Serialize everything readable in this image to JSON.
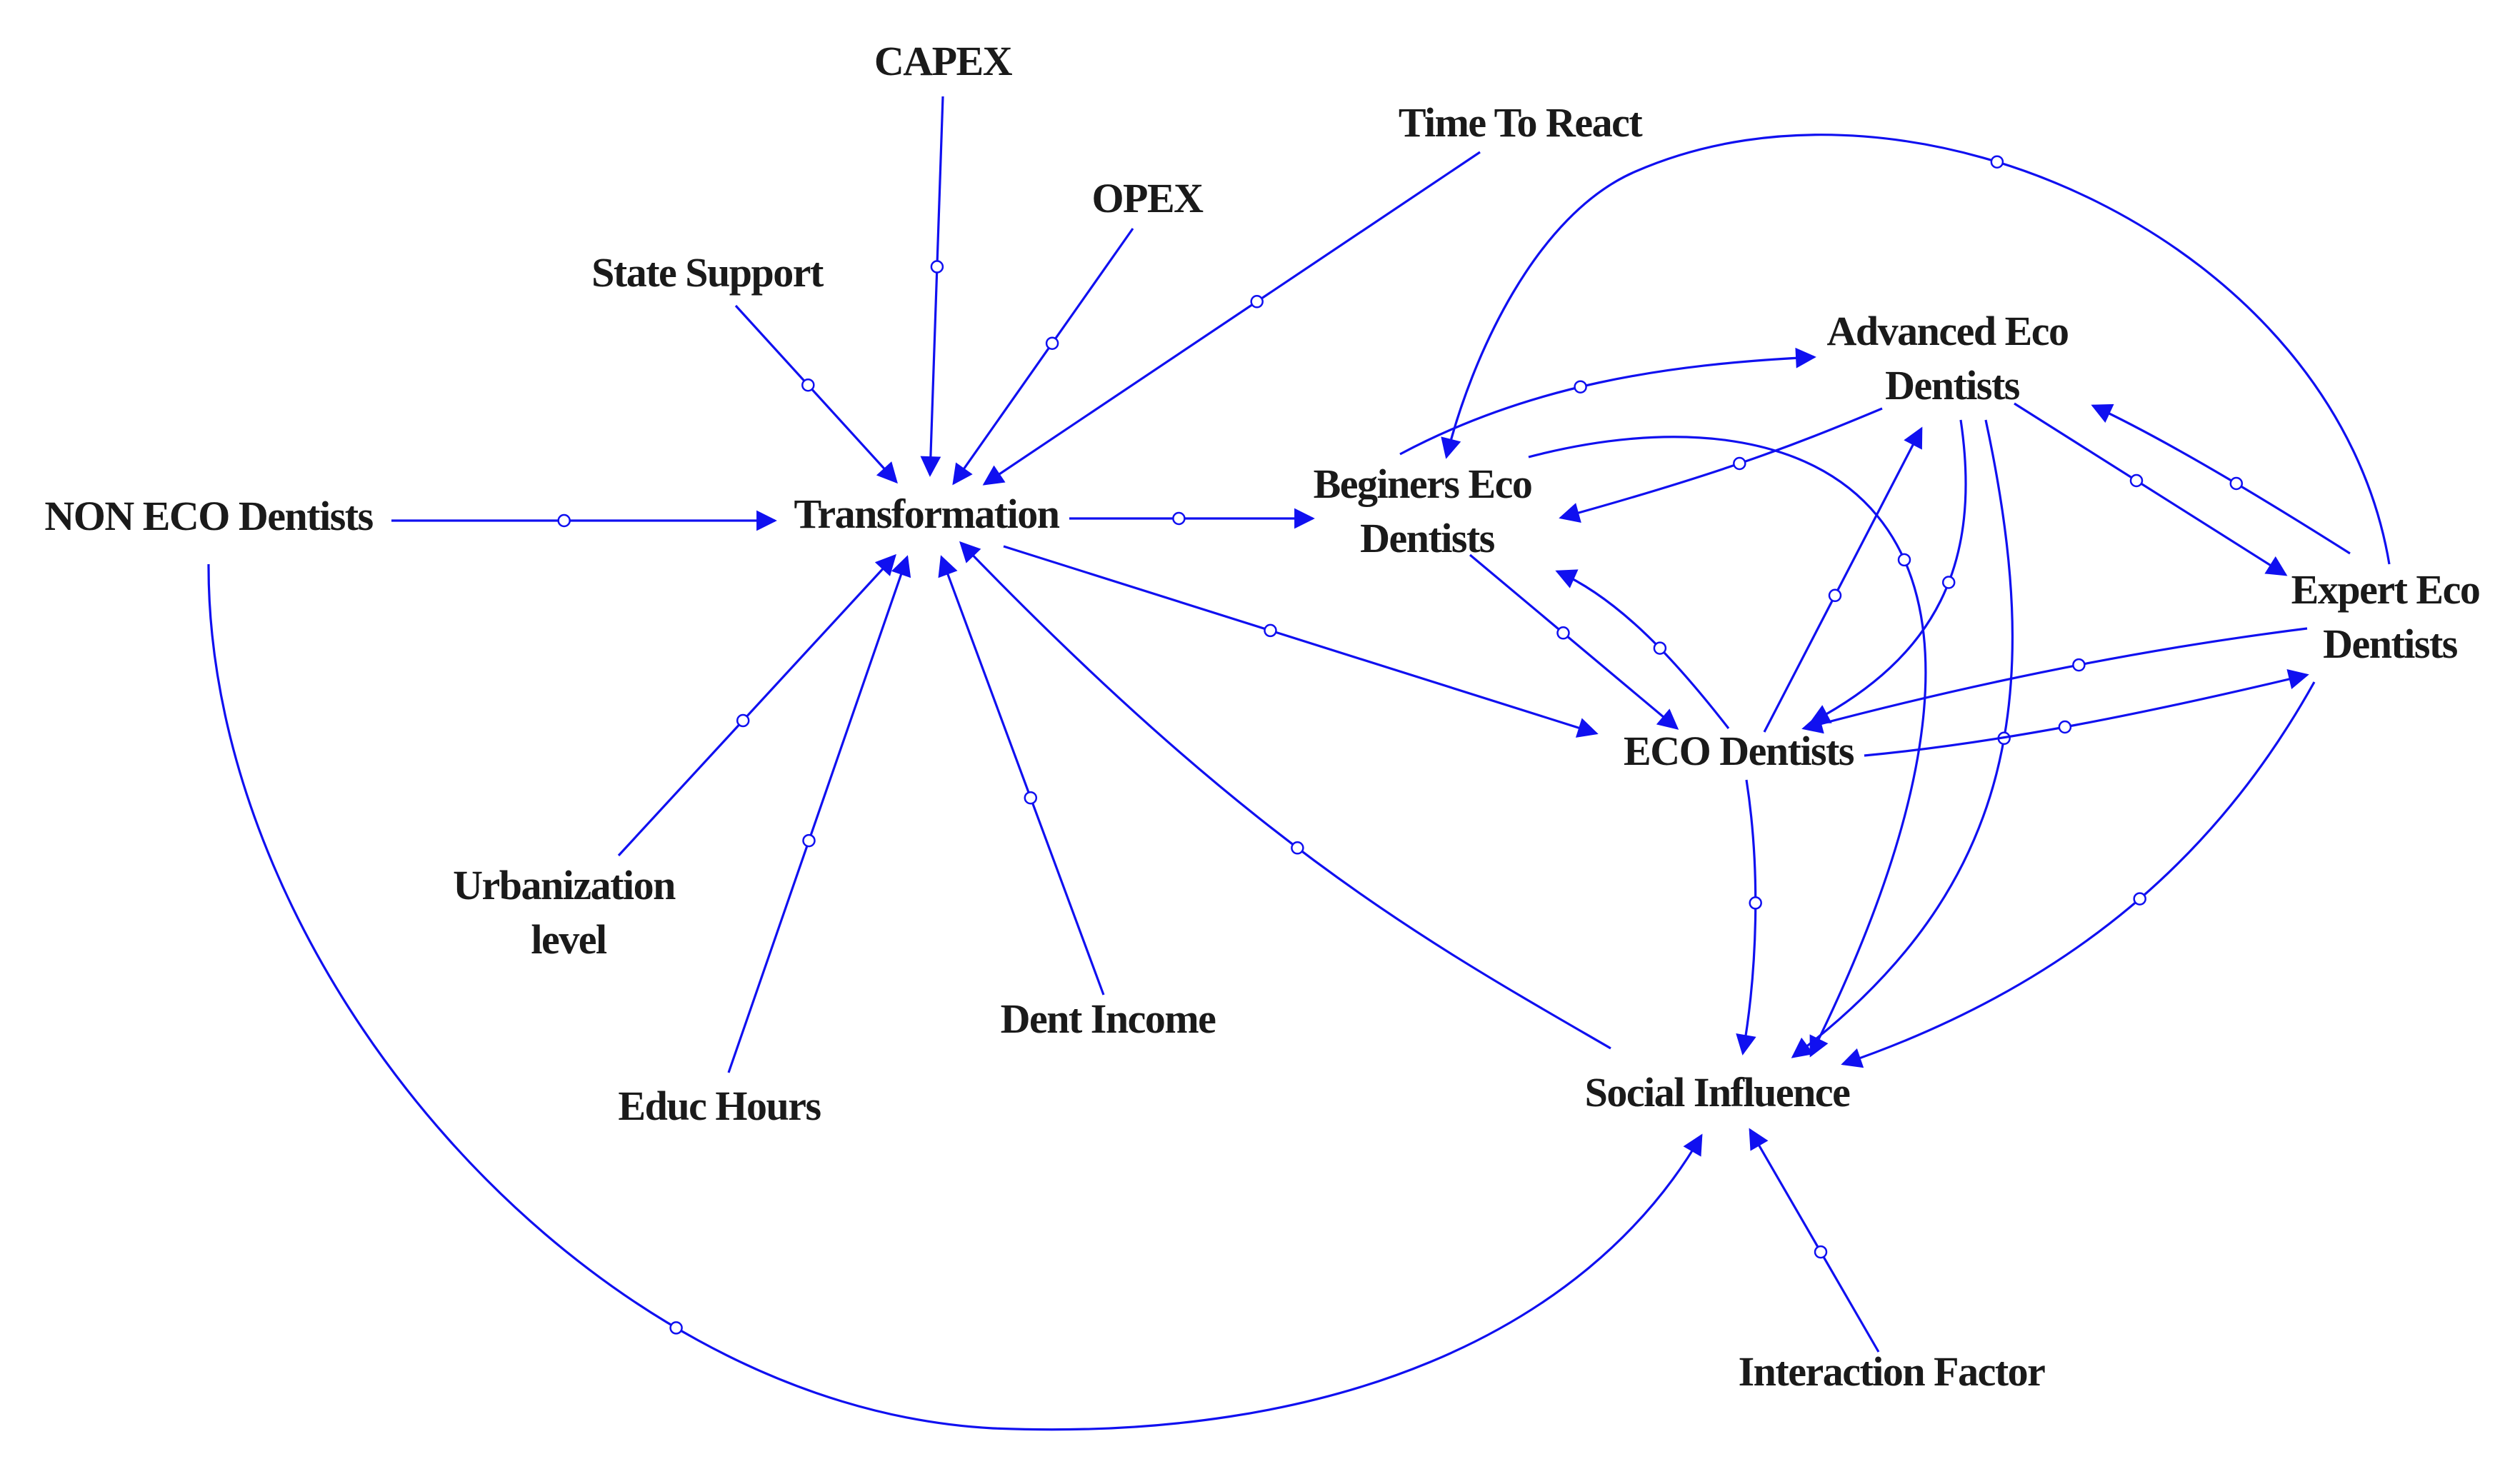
{
  "colors": {
    "link": "#1010f0",
    "text": "#1a1a1a",
    "background": "#ffffff"
  },
  "nodes": {
    "capex": "CAPEX",
    "opex": "OPEX",
    "time_to_react": "Time To React",
    "state_support": "State Support",
    "non_eco_dentists": "NON ECO Dentists",
    "transformation": "Transformation",
    "beginers_eco_dentists": [
      "Beginers Eco",
      "Dentists"
    ],
    "advanced_eco_dentists": [
      "Advanced Eco",
      "Dentists"
    ],
    "expert_eco_dentists": [
      "Expert Eco",
      "Dentists"
    ],
    "eco_dentists": "ECO Dentists",
    "urbanization_level": [
      "Urbanization",
      "level"
    ],
    "educ_hours": "Educ Hours",
    "dent_income": "Dent Income",
    "social_influence": "Social Influence",
    "interaction_factor": "Interaction Factor"
  },
  "links": [
    {
      "from": "non_eco_dentists",
      "to": "transformation"
    },
    {
      "from": "capex",
      "to": "transformation"
    },
    {
      "from": "opex",
      "to": "transformation"
    },
    {
      "from": "time_to_react",
      "to": "transformation"
    },
    {
      "from": "state_support",
      "to": "transformation"
    },
    {
      "from": "urbanization_level",
      "to": "transformation"
    },
    {
      "from": "educ_hours",
      "to": "transformation"
    },
    {
      "from": "dent_income",
      "to": "transformation"
    },
    {
      "from": "social_influence",
      "to": "transformation"
    },
    {
      "from": "transformation",
      "to": "beginers_eco_dentists"
    },
    {
      "from": "transformation",
      "to": "eco_dentists"
    },
    {
      "from": "beginers_eco_dentists",
      "to": "advanced_eco_dentists"
    },
    {
      "from": "beginers_eco_dentists",
      "to": "eco_dentists"
    },
    {
      "from": "beginers_eco_dentists",
      "to": "social_influence"
    },
    {
      "from": "advanced_eco_dentists",
      "to": "beginers_eco_dentists"
    },
    {
      "from": "advanced_eco_dentists",
      "to": "expert_eco_dentists"
    },
    {
      "from": "advanced_eco_dentists",
      "to": "eco_dentists"
    },
    {
      "from": "advanced_eco_dentists",
      "to": "social_influence"
    },
    {
      "from": "expert_eco_dentists",
      "to": "advanced_eco_dentists"
    },
    {
      "from": "expert_eco_dentists",
      "to": "beginers_eco_dentists"
    },
    {
      "from": "expert_eco_dentists",
      "to": "eco_dentists"
    },
    {
      "from": "expert_eco_dentists",
      "to": "social_influence"
    },
    {
      "from": "eco_dentists",
      "to": "advanced_eco_dentists"
    },
    {
      "from": "eco_dentists",
      "to": "expert_eco_dentists"
    },
    {
      "from": "eco_dentists",
      "to": "beginers_eco_dentists"
    },
    {
      "from": "eco_dentists",
      "to": "social_influence"
    },
    {
      "from": "interaction_factor",
      "to": "social_influence"
    },
    {
      "from": "non_eco_dentists",
      "to": "social_influence"
    }
  ]
}
